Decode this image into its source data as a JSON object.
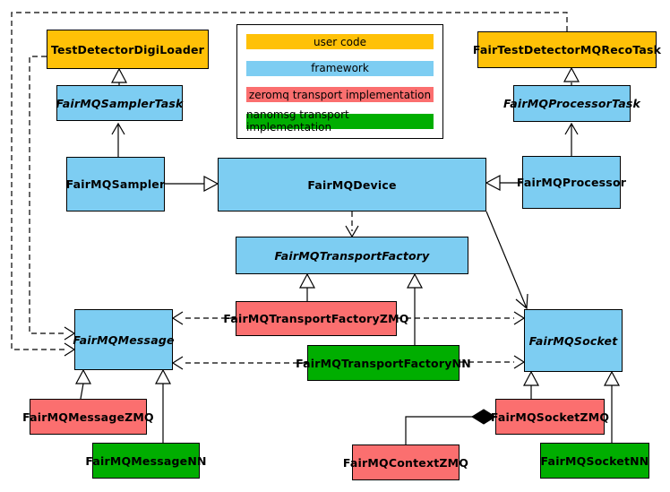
{
  "colors": {
    "user_code": "#FFC107",
    "framework": "#7DCDF2",
    "zeromq": "#FB6F6F",
    "nanomsg": "#00AE00",
    "line": "#000000",
    "background": "#FFFFFF"
  },
  "legend": {
    "items": [
      {
        "label": "user code",
        "color": "#FFC107"
      },
      {
        "label": "framework",
        "color": "#7DCDF2"
      },
      {
        "label": "zeromq transport implementation",
        "color": "#FB6F6F"
      },
      {
        "label": "nanomsg transport implementation",
        "color": "#00AE00"
      }
    ]
  },
  "nodes": {
    "digi_loader": {
      "label": "TestDetectorDigiLoader",
      "category": "user code"
    },
    "reco_task": {
      "label": "FairTestDetectorMQRecoTask",
      "category": "user code"
    },
    "sampler_task": {
      "label": "FairMQSamplerTask",
      "category": "framework",
      "abstract": true
    },
    "processor_task": {
      "label": "FairMQProcessorTask",
      "category": "framework",
      "abstract": true
    },
    "sampler": {
      "label": "FairMQSampler",
      "category": "framework"
    },
    "device": {
      "label": "FairMQDevice",
      "category": "framework"
    },
    "processor": {
      "label": "FairMQProcessor",
      "category": "framework"
    },
    "transport_factory": {
      "label": "FairMQTransportFactory",
      "category": "framework",
      "abstract": true
    },
    "factory_zmq": {
      "label": "FairMQTransportFactoryZMQ",
      "category": "zeromq"
    },
    "factory_nn": {
      "label": "FairMQTransportFactoryNN",
      "category": "nanomsg"
    },
    "message": {
      "label": "FairMQMessage",
      "category": "framework",
      "abstract": true
    },
    "socket": {
      "label": "FairMQSocket",
      "category": "framework",
      "abstract": true
    },
    "message_zmq": {
      "label": "FairMQMessageZMQ",
      "category": "zeromq"
    },
    "message_nn": {
      "label": "FairMQMessageNN",
      "category": "nanomsg"
    },
    "socket_zmq": {
      "label": "FairMQSocketZMQ",
      "category": "zeromq"
    },
    "socket_nn": {
      "label": "FairMQSocketNN",
      "category": "nanomsg"
    },
    "context_zmq": {
      "label": "FairMQContextZMQ",
      "category": "zeromq"
    }
  },
  "edges": [
    {
      "from": "FairMQSamplerTask",
      "to": "TestDetectorDigiLoader",
      "type": "generalization"
    },
    {
      "from": "FairMQSampler",
      "to": "FairMQSamplerTask",
      "type": "arrow"
    },
    {
      "from": "FairMQSampler",
      "to": "FairMQDevice",
      "type": "generalization"
    },
    {
      "from": "FairMQProcessorTask",
      "to": "FairTestDetectorMQRecoTask",
      "type": "generalization"
    },
    {
      "from": "FairMQProcessor",
      "to": "FairMQProcessorTask",
      "type": "arrow"
    },
    {
      "from": "FairMQProcessor",
      "to": "FairMQDevice",
      "type": "generalization"
    },
    {
      "from": "FairMQDevice",
      "to": "FairMQTransportFactory",
      "type": "dashed-arrow"
    },
    {
      "from": "FairMQDevice",
      "to": "FairMQSocket",
      "type": "arrow"
    },
    {
      "from": "FairMQTransportFactoryZMQ",
      "to": "FairMQTransportFactory",
      "type": "generalization"
    },
    {
      "from": "FairMQTransportFactoryNN",
      "to": "FairMQTransportFactory",
      "type": "generalization"
    },
    {
      "from": "FairMQTransportFactoryZMQ",
      "to": "FairMQMessage",
      "type": "dashed-arrow"
    },
    {
      "from": "FairMQTransportFactoryZMQ",
      "to": "FairMQSocket",
      "type": "dashed-arrow"
    },
    {
      "from": "FairMQTransportFactoryNN",
      "to": "FairMQMessage",
      "type": "dashed-arrow"
    },
    {
      "from": "FairMQTransportFactoryNN",
      "to": "FairMQSocket",
      "type": "dashed-arrow"
    },
    {
      "from": "TestDetectorDigiLoader",
      "to": "FairMQMessage",
      "type": "dashed-arrow"
    },
    {
      "from": "FairTestDetectorMQRecoTask",
      "to": "FairMQMessage",
      "type": "dashed-arrow"
    },
    {
      "from": "FairMQMessageZMQ",
      "to": "FairMQMessage",
      "type": "generalization"
    },
    {
      "from": "FairMQMessageNN",
      "to": "FairMQMessage",
      "type": "generalization"
    },
    {
      "from": "FairMQSocketZMQ",
      "to": "FairMQSocket",
      "type": "generalization"
    },
    {
      "from": "FairMQSocketNN",
      "to": "FairMQSocket",
      "type": "generalization"
    },
    {
      "from": "FairMQContextZMQ",
      "to": "FairMQSocketZMQ",
      "type": "composition"
    }
  ]
}
